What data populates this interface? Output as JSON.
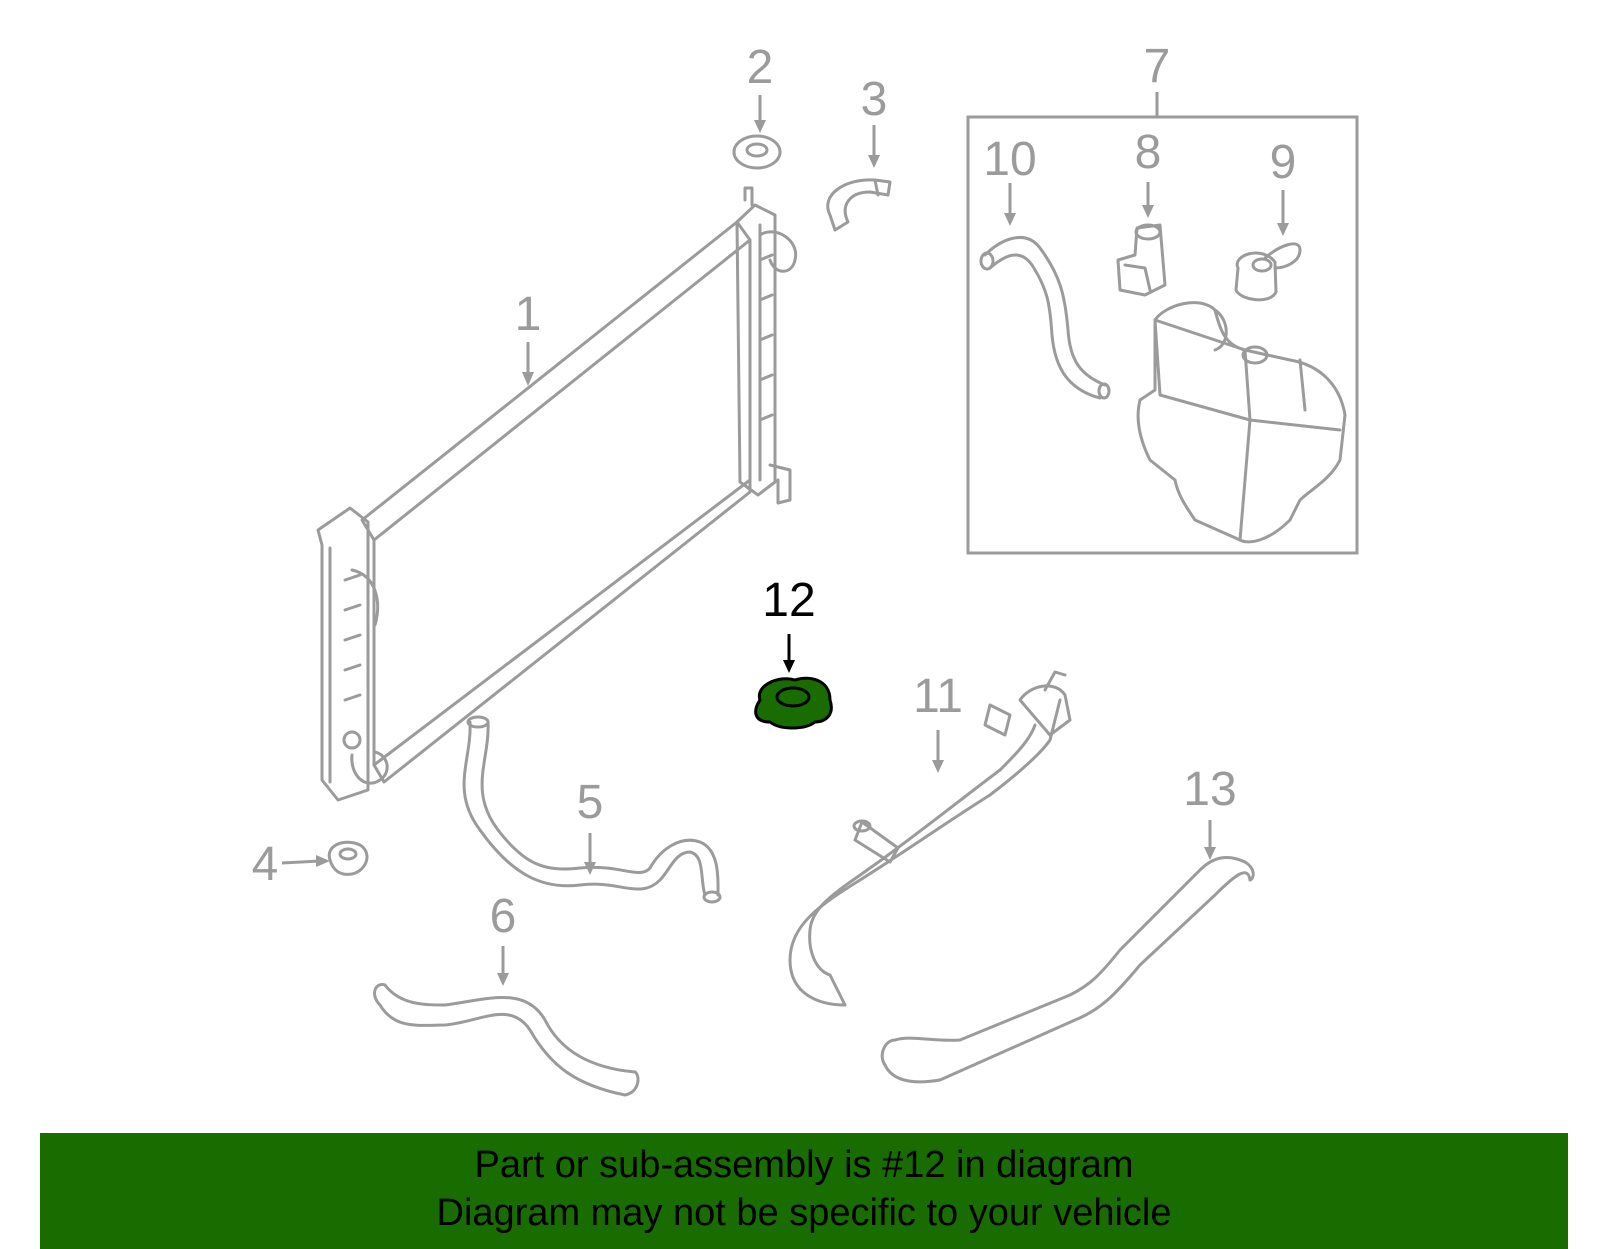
{
  "diagram": {
    "callouts": [
      "1",
      "2",
      "3",
      "4",
      "5",
      "6",
      "7",
      "8",
      "9",
      "10",
      "11",
      "12",
      "13"
    ],
    "highlighted_part": "12",
    "highlight_color": "#186c00",
    "line_color": "#9b9b9b"
  },
  "banner": {
    "line1": "Part or sub-assembly is #12 in diagram",
    "line2": "Diagram may not be specific to your vehicle",
    "background": "#186c00"
  }
}
